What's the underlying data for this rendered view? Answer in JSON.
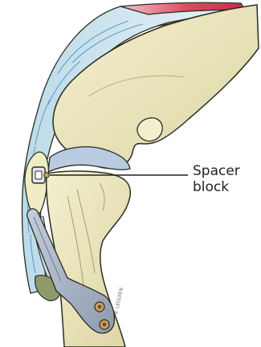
{
  "labels": {
    "spacer_line1": "Spacer",
    "spacer_line2": "block"
  },
  "signature": "© LEGUIEN",
  "colors": {
    "bone_fill": "#f0ecc3",
    "bone_shade": "#d9d3a0",
    "bone_outline": "#2c2c22",
    "tendon_blue": "#a8cde0",
    "tendon_dark": "#5f9fc4",
    "muscle_red": "#d94a5e",
    "meniscus": "#b9cbe0",
    "implant_plate": "#a9b4c6",
    "screw_gold": "#c9a060",
    "pad_green": "#8e9a6a"
  }
}
